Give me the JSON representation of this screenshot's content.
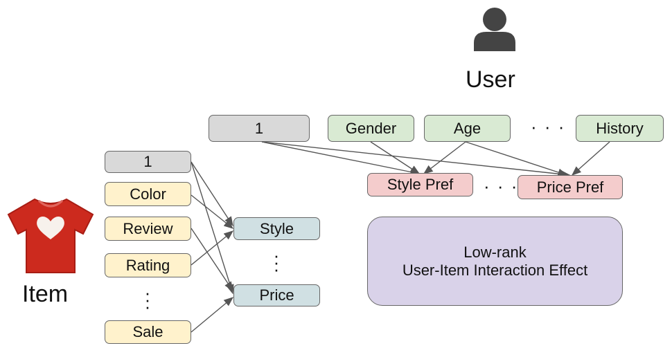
{
  "user": {
    "label": "User"
  },
  "item": {
    "label": "Item"
  },
  "user_features": [
    "1",
    "Gender",
    "Age",
    "History"
  ],
  "user_prefs": [
    "Style Pref",
    "Price Pref"
  ],
  "item_features": [
    "1",
    "Color",
    "Review",
    "Rating",
    "Sale"
  ],
  "item_attrs": [
    "Style",
    "Price"
  ],
  "interaction": {
    "line1": "Low-rank",
    "line2": "User-Item Interaction Effect"
  },
  "colors": {
    "constant": "#d9d9d9",
    "user_feature": "#d9ead3",
    "user_pref": "#f4cccc",
    "item_feature": "#fff2cc",
    "item_attr": "#d0e0e3",
    "interaction": "#d9d2e9",
    "tshirt": "#cc2a1e"
  },
  "icons": {
    "user": "user-silhouette-icon",
    "item": "tshirt-heart-icon"
  }
}
